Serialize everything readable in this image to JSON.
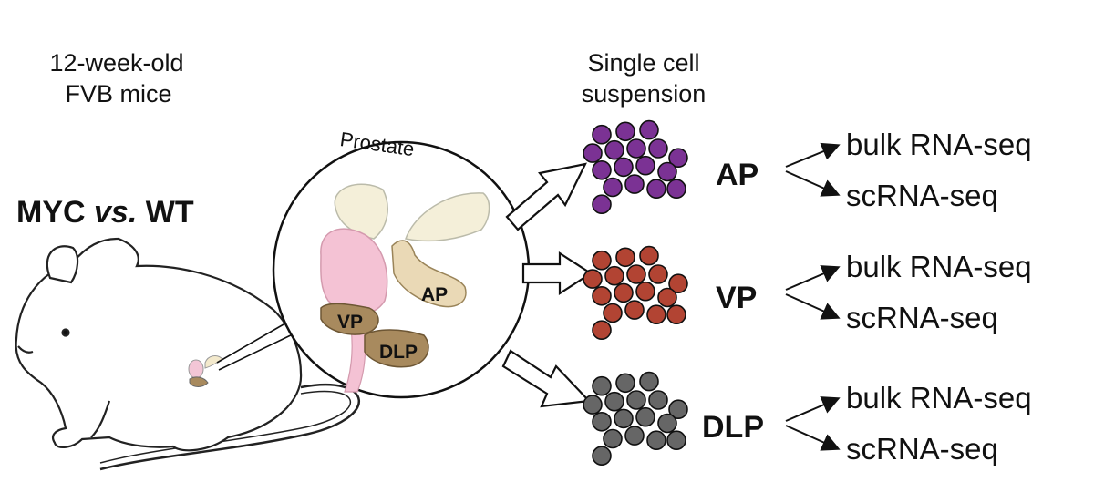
{
  "left": {
    "age_line1": "12-week-old",
    "age_line2": "FVB mice",
    "comparison_a": "MYC",
    "comparison_vs": "vs.",
    "comparison_b": "WT"
  },
  "organ": {
    "title": "Prostate",
    "lobes": [
      "AP",
      "VP",
      "DLP"
    ]
  },
  "suspension": {
    "line1": "Single cell",
    "line2": "suspension"
  },
  "groups": [
    {
      "lobe": "AP",
      "color": "#7b3294",
      "assay1": "bulk RNA-seq",
      "assay2": "scRNA-seq"
    },
    {
      "lobe": "VP",
      "color": "#b24433",
      "assay1": "bulk RNA-seq",
      "assay2": "scRNA-seq"
    },
    {
      "lobe": "DLP",
      "color": "#666666",
      "assay1": "bulk RNA-seq",
      "assay2": "scRNA-seq"
    }
  ]
}
